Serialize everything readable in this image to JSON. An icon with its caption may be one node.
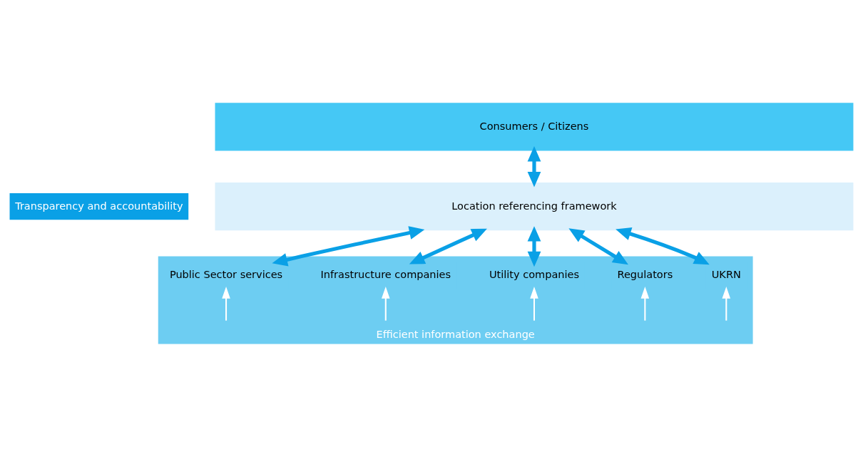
{
  "diagram": {
    "nodes": [
      {
        "text": [
          "Consumers / Citizens"
        ]
      },
      {
        "text": [
          "Location referencing framework"
        ]
      },
      {
        "text": [
          "Efficient information exchange"
        ]
      },
      {
        "text": [
          "UKRN"
        ],
        "in": 2
      },
      {
        "text": [
          "Regulators"
        ],
        "in": 2
      },
      {
        "text": [
          "Utility companies"
        ],
        "in": 2
      },
      {
        "text": [
          "Infrastructure companies"
        ],
        "in": 2
      },
      {
        "text": [
          "Public Sector services"
        ],
        "in": 2
      }
    ],
    "edges": [
      {
        "from": 0,
        "to": 1,
        "arrow": "both"
      },
      {
        "from": 1,
        "to": 3,
        "arrow": "both"
      },
      {
        "from": 1,
        "to": 4,
        "arrow": "both"
      },
      {
        "from": 1,
        "to": 5,
        "arrow": "both"
      },
      {
        "from": 1,
        "to": 6,
        "arrow": "both"
      },
      {
        "from": 1,
        "to": 7,
        "arrow": "both"
      },
      {
        "from": null,
        "to": 3,
        "arrow": "to",
        "color": "#ffffff"
      },
      {
        "from": null,
        "to": 4,
        "arrow": "to",
        "color": "#ffffff"
      },
      {
        "from": null,
        "to": 5,
        "arrow": "to",
        "color": "#ffffff"
      },
      {
        "from": null,
        "to": 6,
        "arrow": "to",
        "color": "#ffffff"
      },
      {
        "from": null,
        "to": 7,
        "arrow": "to",
        "color": "#ffffff"
      }
    ],
    "labels": [
      "Transparency and accountability"
    ]
  }
}
